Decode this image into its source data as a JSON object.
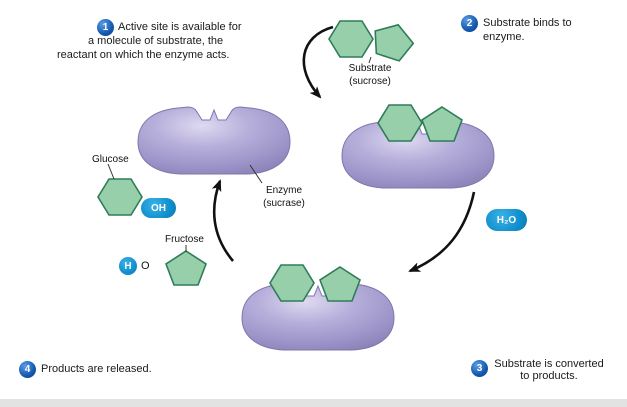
{
  "steps": [
    {
      "num": "1",
      "lines": [
        "Active site is available for",
        "a molecule of substrate, the",
        "reactant on which the enzyme acts."
      ]
    },
    {
      "num": "2",
      "lines": [
        "Substrate binds to",
        "enzyme."
      ]
    },
    {
      "num": "3",
      "lines": [
        "Substrate is converted",
        "to products."
      ]
    },
    {
      "num": "4",
      "lines": [
        "Products are released."
      ]
    }
  ],
  "labels": {
    "substrate": "Substrate\n(sucrose)",
    "enzyme": "Enzyme\n(sucrase)",
    "glucose": "Glucose",
    "fructose": "Fructose",
    "oh": "OH",
    "h": "H",
    "o": "O",
    "h2o": "H₂O"
  },
  "colors": {
    "enzyme_purple": "#a9a1d1",
    "enzyme_highlight": "#dcd7f0",
    "sugar_green": "#97cfab",
    "sugar_border_green": "#2e7d58",
    "step_badge_blue": "#1358b0",
    "chem_pill_blue": "#0f8ecb",
    "arrow_black": "#111111"
  }
}
